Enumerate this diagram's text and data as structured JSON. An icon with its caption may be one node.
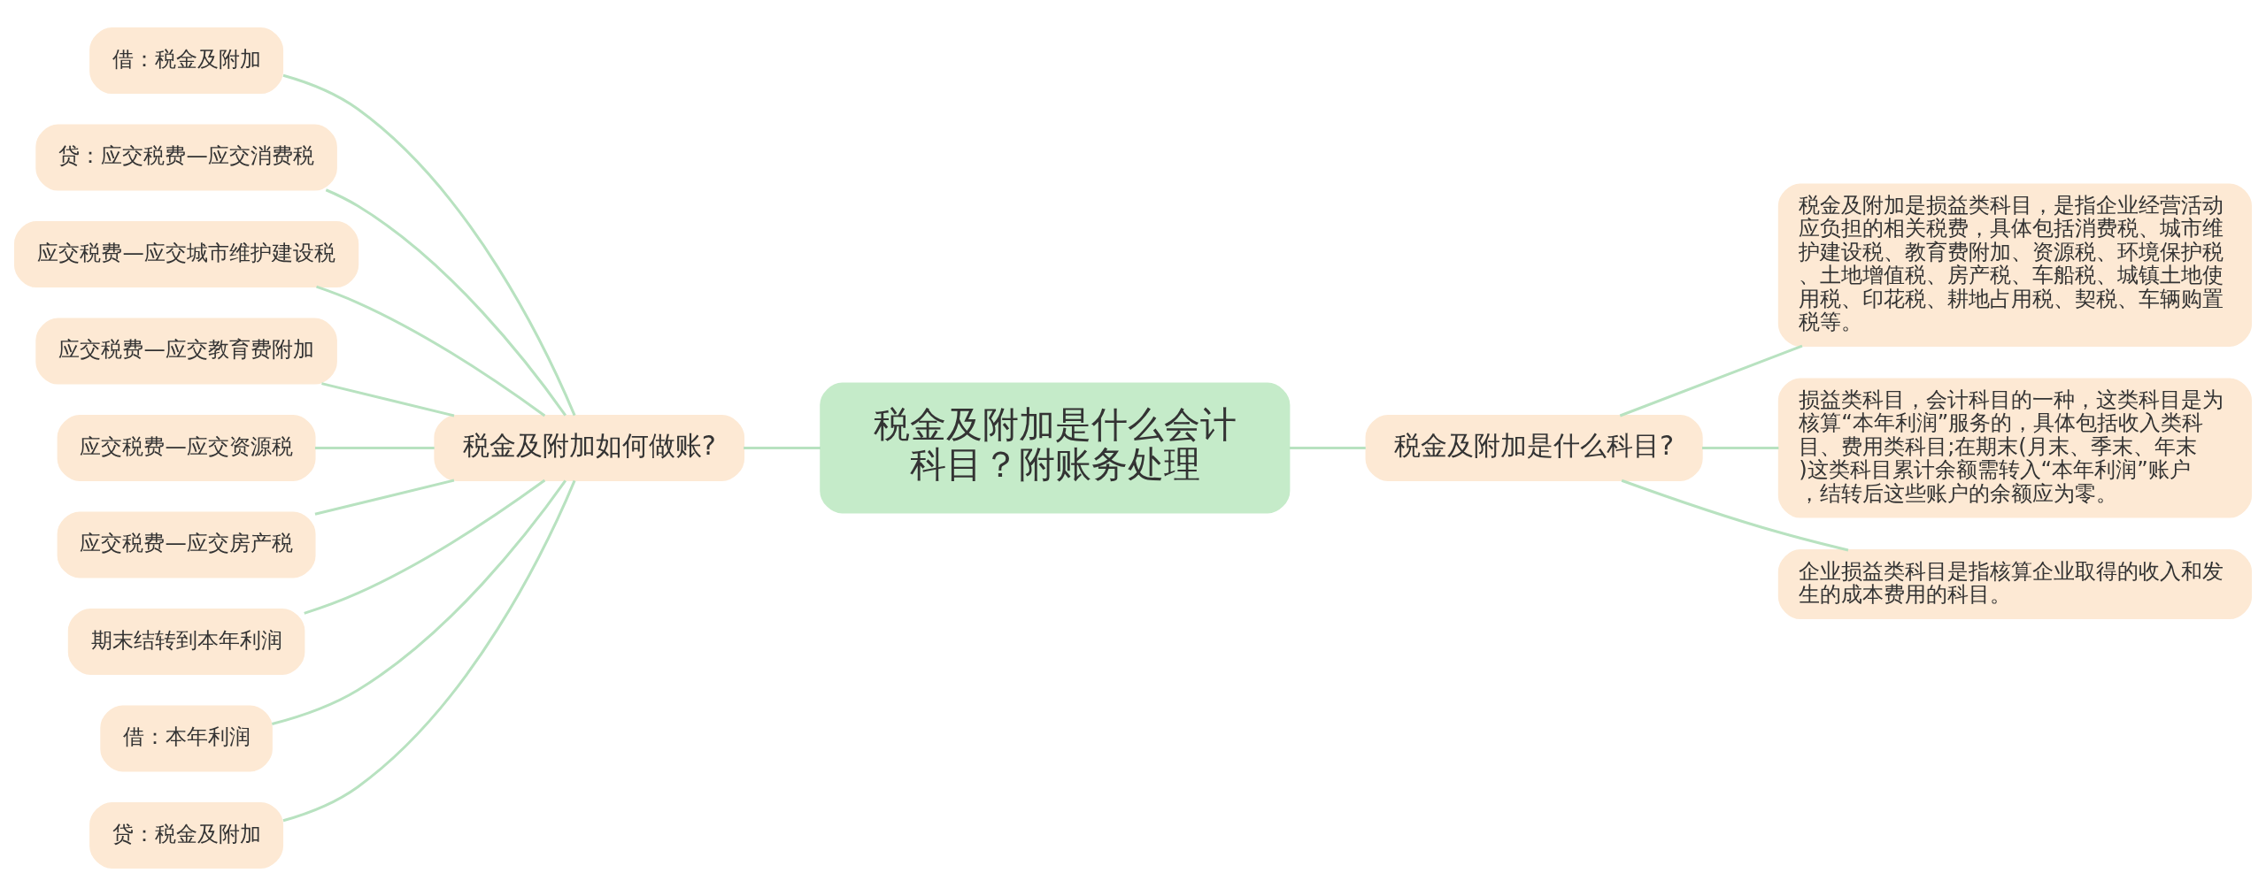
{
  "diagram": {
    "nodes": [
      {
        "text": [
          "税金及附加是什么会计科目？附账务处理"
        ]
      },
      {
        "text": [
          "税金及附加如何做账?"
        ]
      },
      {
        "text": [
          "借：税金及附加"
        ]
      },
      {
        "text": [
          "贷：应交税费—应交消费税"
        ]
      },
      {
        "text": [
          "应交税费—应交城市维护建设税"
        ]
      },
      {
        "text": [
          "应交税费—应交教育费附加"
        ]
      },
      {
        "text": [
          "应交税费—应交资源税"
        ]
      },
      {
        "text": [
          "应交税费—应交房产税"
        ]
      },
      {
        "text": [
          "期末结转到本年利润"
        ]
      },
      {
        "text": [
          "借：本年利润"
        ]
      },
      {
        "text": [
          "贷：税金及附加"
        ]
      },
      {
        "text": [
          "税金及附加是什么科目?"
        ]
      },
      {
        "text": [
          "税金及附加是损益类科目，是指企业经营活动应负担的相关税费，具体包括消费税、城市维护建设税、教育费附加、资源税、环境保护税、土地增值税、房产税、车船税、城镇土地使用税、印花税、耕地占用税、契税、车辆购置税等。"
        ]
      },
      {
        "text": [
          "损益类科目，会计科目的一种，这类科目是为核算“本年利润”服务的，具体包括收入类科目、费用类科目;在期末(月末、季末、年末)这类科目累计余额需转入“本年利润”账户，结转后这些账户的余额应为零。"
        ]
      },
      {
        "text": [
          "企业损益类科目是指核算企业取得的收入和发生的成本费用的科目。"
        ]
      }
    ],
    "edges": [
      {
        "from": 0,
        "to": 1,
        "arrow": "none"
      },
      {
        "from": 1,
        "to": 2,
        "arrow": "none"
      },
      {
        "from": 1,
        "to": 3,
        "arrow": "none"
      },
      {
        "from": 1,
        "to": 4,
        "arrow": "none"
      },
      {
        "from": 1,
        "to": 5,
        "arrow": "none"
      },
      {
        "from": 1,
        "to": 6,
        "arrow": "none"
      },
      {
        "from": 1,
        "to": 7,
        "arrow": "none"
      },
      {
        "from": 1,
        "to": 8,
        "arrow": "none"
      },
      {
        "from": 1,
        "to": 9,
        "arrow": "none"
      },
      {
        "from": 1,
        "to": 10,
        "arrow": "none"
      },
      {
        "from": 0,
        "to": 11,
        "arrow": "none"
      },
      {
        "from": 11,
        "to": 12,
        "arrow": "none"
      },
      {
        "from": 11,
        "to": 13,
        "arrow": "none"
      },
      {
        "from": 11,
        "to": 14,
        "arrow": "none"
      }
    ]
  }
}
